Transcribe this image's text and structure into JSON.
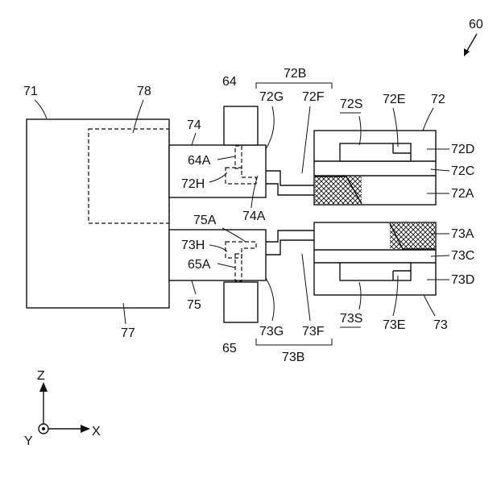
{
  "figure_ref": "60",
  "labels": {
    "l71": "71",
    "l78": "78",
    "l77": "77",
    "l74": "74",
    "l75": "75",
    "l64": "64",
    "l65": "65",
    "l64A": "64A",
    "l65A": "65A",
    "l72H": "72H",
    "l73H": "73H",
    "l74A": "74A",
    "l75A": "75A",
    "l72B": "72B",
    "l72G": "72G",
    "l72F": "72F",
    "l73B": "73B",
    "l73G": "73G",
    "l73F": "73F",
    "l72S": "72S",
    "l72E": "72E",
    "l72": "72",
    "l72D": "72D",
    "l72C": "72C",
    "l72A": "72A",
    "l73S": "73S",
    "l73E": "73E",
    "l73": "73",
    "l73A": "73A",
    "l73C": "73C",
    "l73D": "73D"
  },
  "axes": {
    "z": "Z",
    "x": "X",
    "y": "Y"
  },
  "colors": {
    "line": "#111111",
    "background": "#ffffff"
  }
}
